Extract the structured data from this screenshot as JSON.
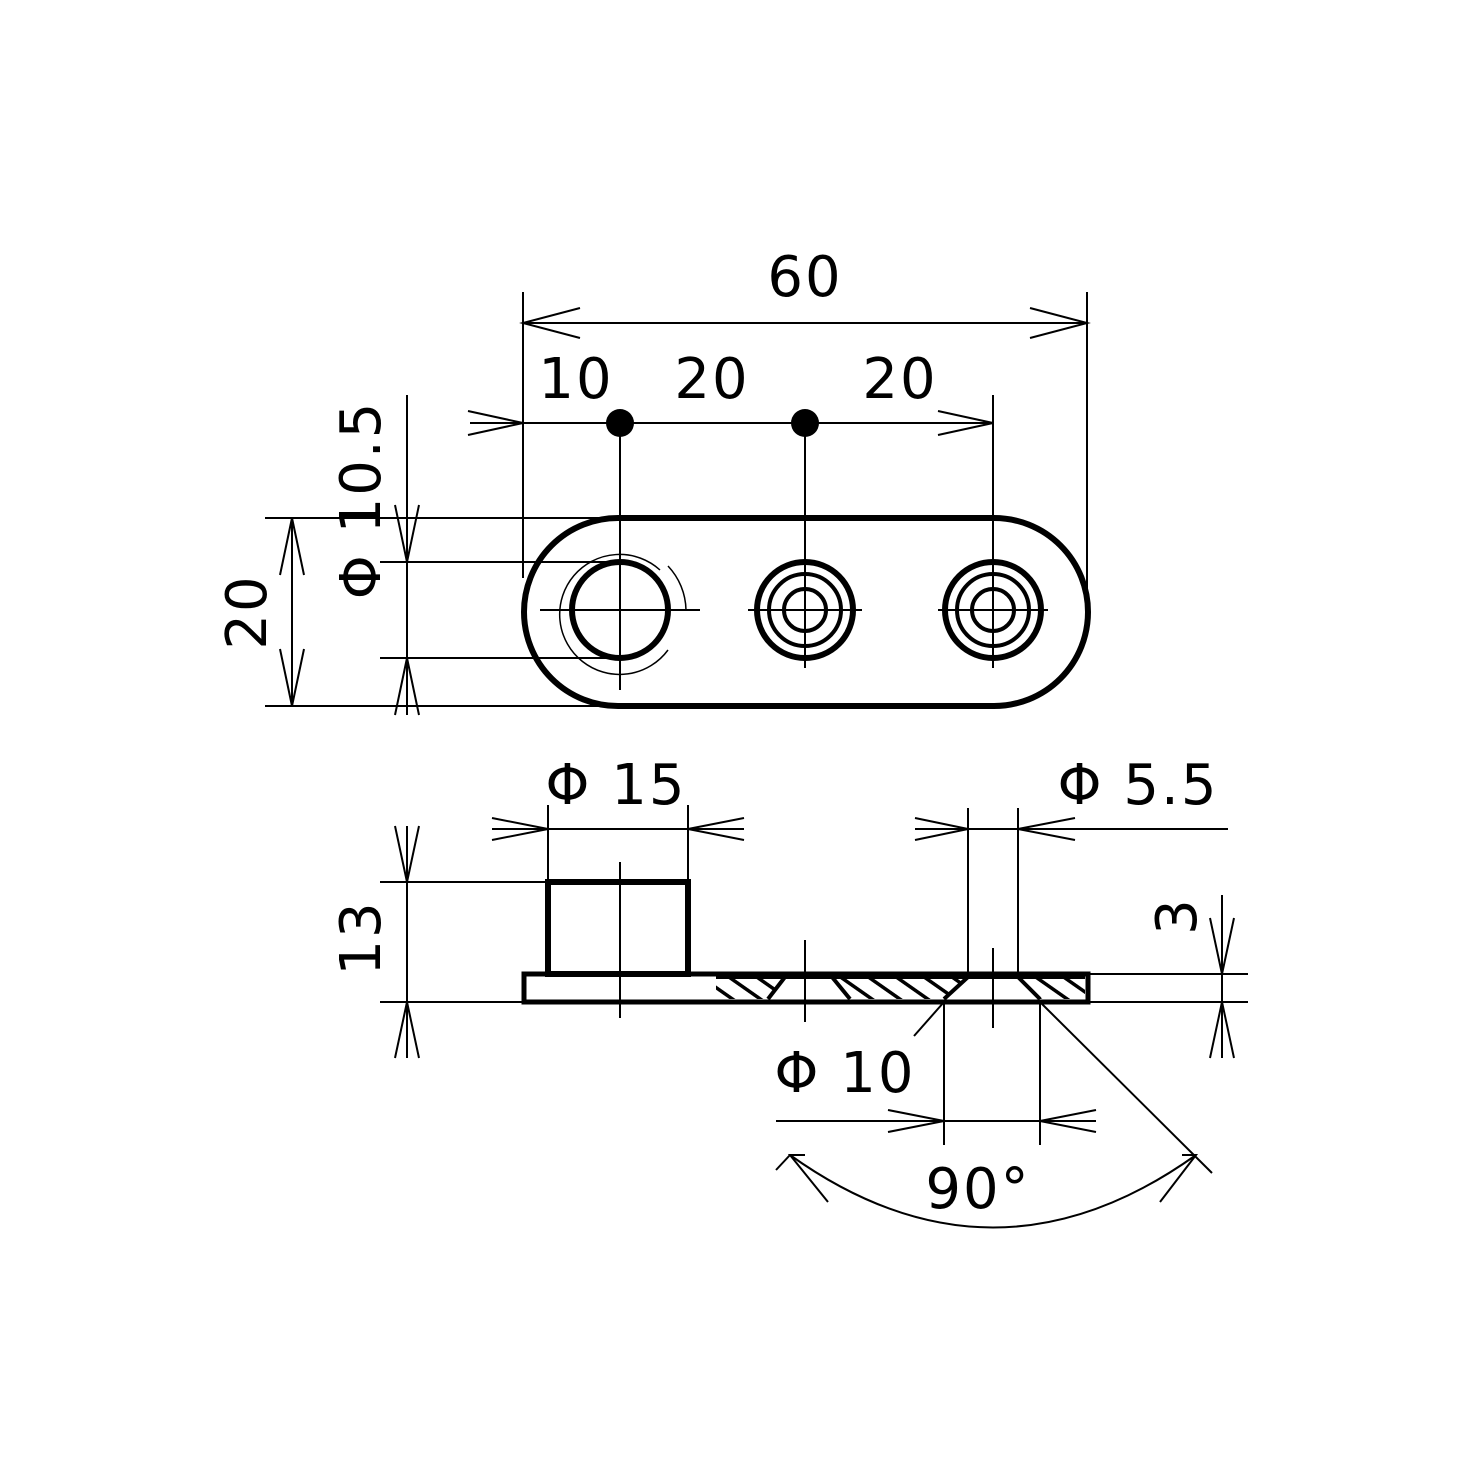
{
  "dimensions": {
    "total_length": "60",
    "pitch_first": "10",
    "pitch_second": "20",
    "pitch_third": "20",
    "width": "20",
    "boss_hole_dia": "Φ 10.5",
    "boss_outer_dia": "Φ 15",
    "boss_height": "13",
    "hole_dia": "Φ 5.5",
    "plate_thickness": "3",
    "countersink_dia": "Φ 10",
    "countersink_angle": "90°"
  }
}
